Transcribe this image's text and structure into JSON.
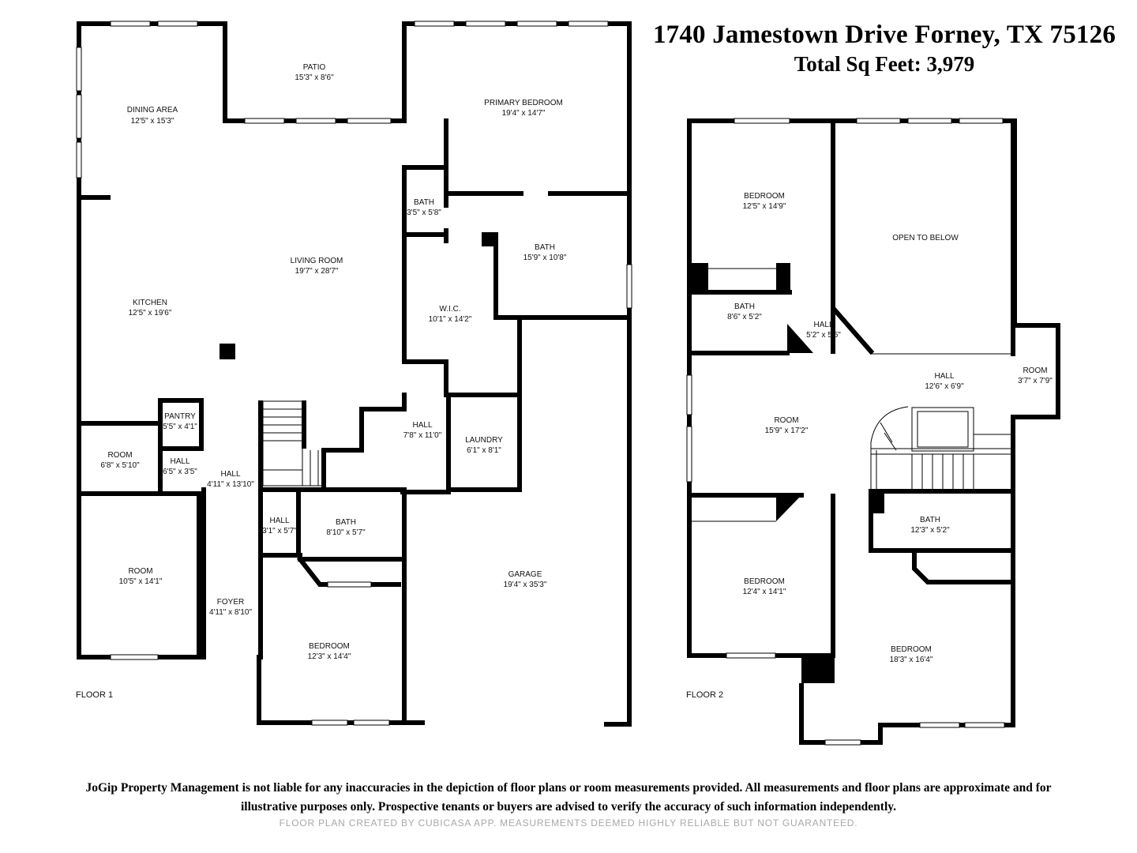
{
  "header": {
    "address": "1740 Jamestown Drive Forney, TX 75126",
    "total_sqft": "Total Sq Feet: 3,979"
  },
  "floor1": {
    "label": "FLOOR 1",
    "rooms": [
      {
        "name": "PATIO",
        "dims": "15'3\" x 8'6\""
      },
      {
        "name": "DINING AREA",
        "dims": "12'5\" x 15'3\""
      },
      {
        "name": "PRIMARY BEDROOM",
        "dims": "19'4\" x 14'7\""
      },
      {
        "name": "BATH",
        "dims": "3'5\" x 5'8\""
      },
      {
        "name": "BATH",
        "dims": "15'9\" x 10'8\""
      },
      {
        "name": "LIVING ROOM",
        "dims": "19'7\" x 28'7\""
      },
      {
        "name": "KITCHEN",
        "dims": "12'5\" x 19'6\""
      },
      {
        "name": "W.I.C.",
        "dims": "10'1\" x 14'2\""
      },
      {
        "name": "PANTRY",
        "dims": "5'5\" x 4'1\""
      },
      {
        "name": "HALL",
        "dims": "7'8\" x 11'0\""
      },
      {
        "name": "LAUNDRY",
        "dims": "6'1\" x 8'1\""
      },
      {
        "name": "ROOM",
        "dims": "6'8\" x 5'10\""
      },
      {
        "name": "HALL",
        "dims": "6'5\" x 3'5\""
      },
      {
        "name": "HALL",
        "dims": "4'11\" x 13'10\""
      },
      {
        "name": "HALL",
        "dims": "3'1\" x 5'7\""
      },
      {
        "name": "BATH",
        "dims": "8'10\" x 5'7\""
      },
      {
        "name": "ROOM",
        "dims": "10'5\" x 14'1\""
      },
      {
        "name": "GARAGE",
        "dims": "19'4\" x 35'3\""
      },
      {
        "name": "FOYER",
        "dims": "4'11\" x 8'10\""
      },
      {
        "name": "BEDROOM",
        "dims": "12'3\" x 14'4\""
      }
    ]
  },
  "floor2": {
    "label": "FLOOR 2",
    "rooms": [
      {
        "name": "BEDROOM",
        "dims": "12'5\" x 14'9\""
      },
      {
        "name": "OPEN TO BELOW",
        "dims": ""
      },
      {
        "name": "BATH",
        "dims": "8'6\" x 5'2\""
      },
      {
        "name": "HALL",
        "dims": "5'2\" x 5'5\""
      },
      {
        "name": "ROOM",
        "dims": "3'7\" x 7'9\""
      },
      {
        "name": "HALL",
        "dims": "12'6\" x 6'9\""
      },
      {
        "name": "ROOM",
        "dims": "15'9\" x 17'2\""
      },
      {
        "name": "BATH",
        "dims": "12'3\" x 5'2\""
      },
      {
        "name": "BEDROOM",
        "dims": "12'4\" x 14'1\""
      },
      {
        "name": "BEDROOM",
        "dims": "18'3\" x 16'4\""
      }
    ]
  },
  "disclaimer": "JoGip Property Management is not liable for any inaccuracies in the depiction of floor plans or room measurements provided. All measurements and floor plans are approximate and for illustrative purposes only. Prospective tenants or buyers are advised to verify the accuracy of such information independently.",
  "credit": "FLOOR PLAN CREATED BY CUBICASA APP. MEASUREMENTS DEEMED HIGHLY RELIABLE BUT NOT GUARANTEED.",
  "colors": {
    "wall": "#000000",
    "window": "#ffffff",
    "credit_text": "#a8a8a8"
  }
}
